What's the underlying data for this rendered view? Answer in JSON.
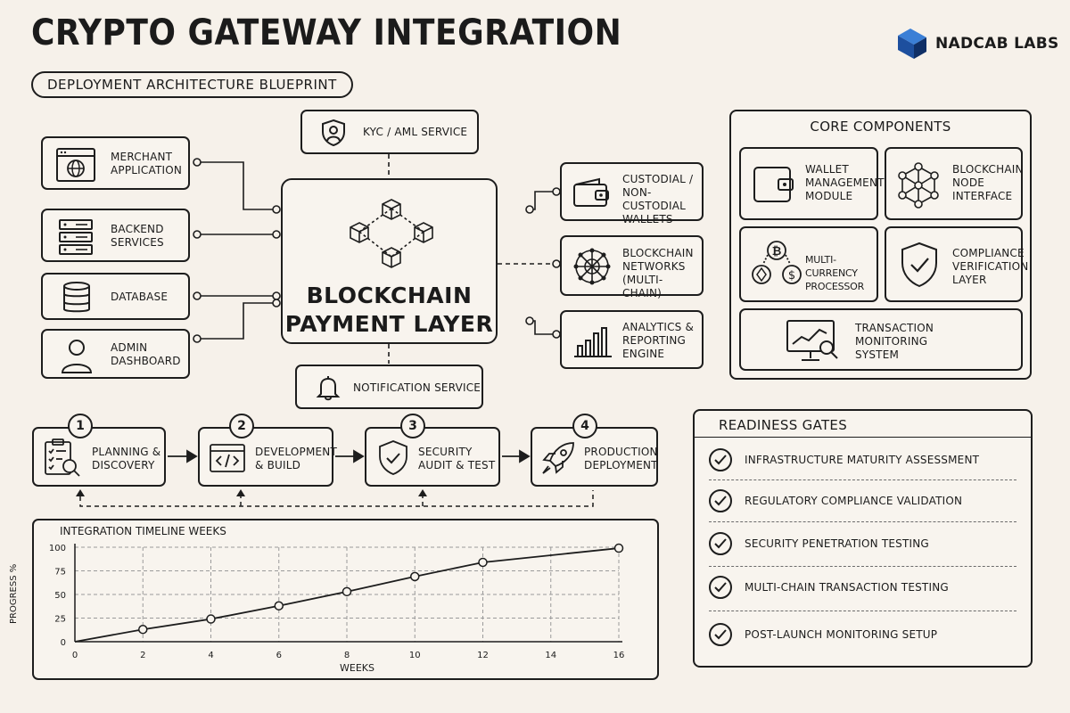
{
  "header": {
    "title": "CRYPTO GATEWAY INTEGRATION",
    "subtitle": "DEPLOYMENT ARCHITECTURE BLUEPRINT",
    "brand": "NADCAB LABS"
  },
  "architecture": {
    "center": "BLOCKCHAIN\nPAYMENT LAYER",
    "top_service": {
      "label": "KYC / AML SERVICE",
      "icon": "shield-user-icon"
    },
    "bottom_service": {
      "label": "NOTIFICATION SERVICE",
      "icon": "bell-icon"
    },
    "left_nodes": [
      {
        "label": "MERCHANT\nAPPLICATION",
        "icon": "browser-globe-icon"
      },
      {
        "label": "BACKEND\nSERVICES",
        "icon": "server-icon"
      },
      {
        "label": "DATABASE",
        "icon": "database-icon"
      },
      {
        "label": "ADMIN\nDASHBOARD",
        "icon": "user-icon"
      }
    ],
    "right_nodes": [
      {
        "label": "CUSTODIAL /\nNON-CUSTODIAL\nWALLETS",
        "icon": "wallet-icon"
      },
      {
        "label": "BLOCKCHAIN\nNETWORKS\n(MULTI-CHAIN)",
        "icon": "network-icon"
      },
      {
        "label": "ANALYTICS &\nREPORTING\nENGINE",
        "icon": "bar-chart-icon"
      }
    ]
  },
  "core_components": {
    "title": "CORE COMPONENTS",
    "items": [
      {
        "label": "WALLET\nMANAGEMENT\nMODULE",
        "icon": "wallet-icon"
      },
      {
        "label": "BLOCKCHAIN\nNODE\nINTERFACE",
        "icon": "node-icon"
      },
      {
        "label": "MULTI-CURRENCY\nPROCESSOR",
        "icon": "coins-icon"
      },
      {
        "label": "COMPLIANCE\nVERIFICATION\nLAYER",
        "icon": "shield-check-icon"
      },
      {
        "label": "TRANSACTION\nMONITORING\nSYSTEM",
        "icon": "monitor-chart-icon"
      }
    ]
  },
  "steps": [
    {
      "number": "1",
      "label": "PLANNING &\nDISCOVERY",
      "icon": "clipboard-search-icon"
    },
    {
      "number": "2",
      "label": "DEVELOPMENT\n& BUILD",
      "icon": "code-window-icon"
    },
    {
      "number": "3",
      "label": "SECURITY\nAUDIT & TEST",
      "icon": "shield-check-icon"
    },
    {
      "number": "4",
      "label": "PRODUCTION\nDEPLOYMENT",
      "icon": "rocket-icon"
    }
  ],
  "readiness_gates": {
    "title": "READINESS GATES",
    "items": [
      "INFRASTRUCTURE MATURITY ASSESSMENT",
      "REGULATORY COMPLIANCE VALIDATION",
      "SECURITY PENETRATION TESTING",
      "MULTI-CHAIN TRANSACTION TESTING",
      "POST-LAUNCH MONITORING SETUP"
    ]
  },
  "chart_data": {
    "type": "line",
    "title": "INTEGRATION TIMELINE WEEKS",
    "xlabel": "WEEKS",
    "ylabel": "PROGRESS %",
    "xlim": [
      0,
      16
    ],
    "ylim": [
      0,
      100
    ],
    "x_ticks": [
      0,
      2,
      4,
      6,
      8,
      10,
      12,
      14,
      16
    ],
    "y_ticks": [
      0,
      25,
      50,
      75,
      100
    ],
    "grid": true,
    "series": [
      {
        "x": [
          0,
          2,
          4,
          6,
          8,
          10,
          12,
          16
        ],
        "y": [
          0,
          13,
          24,
          38,
          53,
          69,
          84,
          99
        ],
        "markers_at": [
          2,
          4,
          6,
          8,
          10,
          12,
          16
        ]
      }
    ]
  }
}
